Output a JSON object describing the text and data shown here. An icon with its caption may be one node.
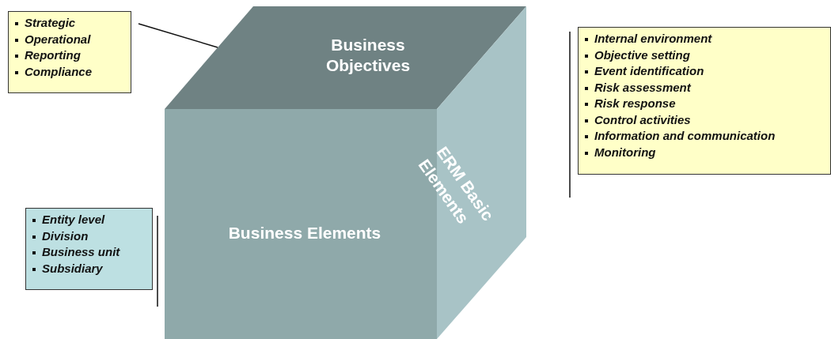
{
  "diagram": {
    "nodes": [
      {
        "text": [
          "Business Objectives"
        ]
      },
      {
        "text": [
          "Business Elements"
        ]
      },
      {
        "text": [
          "ERM Basic Elements"
        ]
      },
      {
        "text": [
          "Strategic",
          "Operational",
          "Reporting",
          "Compliance"
        ]
      },
      {
        "text": [
          "Internal environment",
          "Objective setting",
          "Event identification",
          "Risk assessment",
          "Risk response",
          "Control activities",
          "Information and communication",
          "Monitoring"
        ]
      },
      {
        "text": [
          "Entity level",
          "Division",
          "Business unit",
          "Subsidiary"
        ]
      }
    ],
    "edges": [
      {
        "from": 3,
        "to": 0,
        "arrow": "none"
      }
    ]
  }
}
